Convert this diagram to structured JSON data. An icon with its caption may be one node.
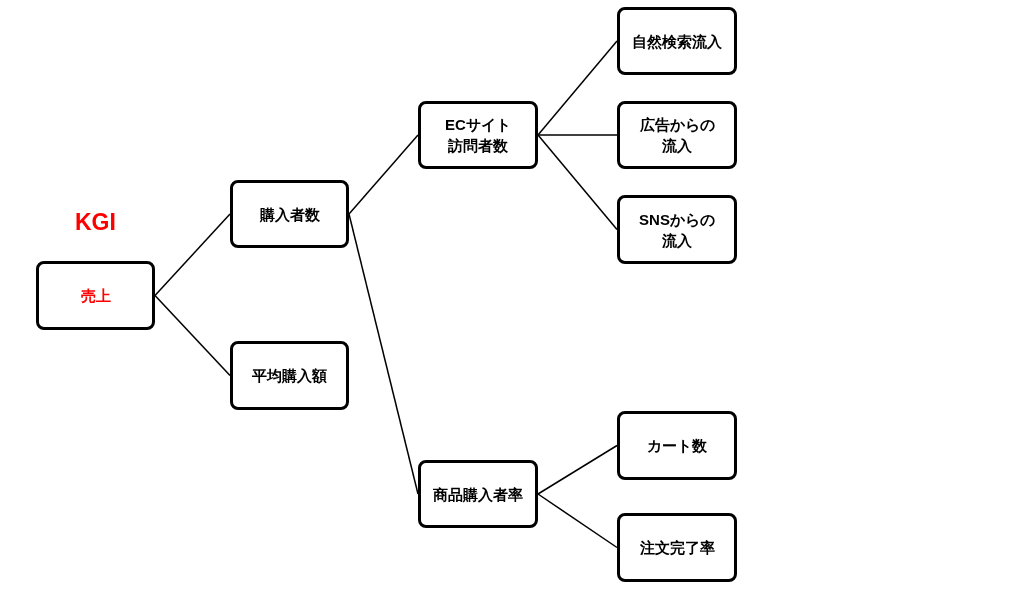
{
  "diagram": {
    "nodes": [
      {
        "text": [
          "売上"
        ],
        "beside": [
          "KGI"
        ]
      },
      {
        "text": [
          "購入者数"
        ]
      },
      {
        "text": [
          "平均購入額"
        ]
      },
      {
        "text": [
          "ECサイト訪問者数"
        ]
      },
      {
        "text": [
          "商品購入者率"
        ]
      },
      {
        "text": [
          "自然検索流入"
        ]
      },
      {
        "text": [
          "広告からの流入"
        ]
      },
      {
        "text": [
          "SNSからの流入"
        ]
      },
      {
        "text": [
          "カート数"
        ]
      },
      {
        "text": [
          "注文完了率"
        ]
      }
    ],
    "edges": [
      {
        "from": 0,
        "to": 1,
        "arrow": "none"
      },
      {
        "from": 0,
        "to": 2,
        "arrow": "none"
      },
      {
        "from": 1,
        "to": 3,
        "arrow": "none"
      },
      {
        "from": 1,
        "to": 4,
        "arrow": "none"
      },
      {
        "from": 3,
        "to": 5,
        "arrow": "none"
      },
      {
        "from": 3,
        "to": 6,
        "arrow": "none"
      },
      {
        "from": 3,
        "to": 7,
        "arrow": "none"
      },
      {
        "from": 4,
        "to": 8,
        "arrow": "none"
      },
      {
        "from": 4,
        "to": 9,
        "arrow": "none"
      }
    ]
  }
}
